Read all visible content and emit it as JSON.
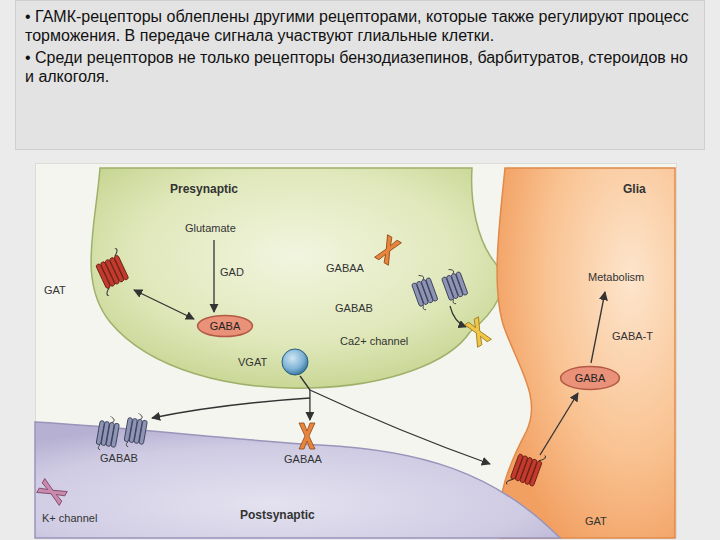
{
  "diagram": {
    "nodes": [
      {
        "text": [
          "• ГАМК-рецепторы облеплены другими рецепторами, которые также регулируют процесс торможения. В передаче сигнала участвуют глиальные клетки.",
          "• Среди рецепторов не только рецепторы бензодиазепинов, барбитуратов, стероидов но и алкоголя."
        ]
      },
      {
        "text": [
          "Presynaptic"
        ]
      },
      {
        "text": [
          "GABA"
        ],
        "in": 1
      },
      {
        "text": [
          "Glia"
        ]
      },
      {
        "text": [
          "GABA"
        ],
        "in": 3
      },
      {
        "text": [
          "Postsynaptic"
        ]
      }
    ],
    "edges": [
      {
        "from": 1,
        "to": 5,
        "arrow": "to"
      },
      {
        "from": 1,
        "to": 3,
        "arrow": "to"
      }
    ],
    "labels": [
      "Glutamate",
      "GAD",
      "GAT",
      "GABAA",
      "GABAB",
      "Ca2+ channel",
      "VGAT",
      "Metabolism",
      "GABA-T",
      "GABAA",
      "GABAB",
      "K+ channel",
      "GAT"
    ]
  }
}
